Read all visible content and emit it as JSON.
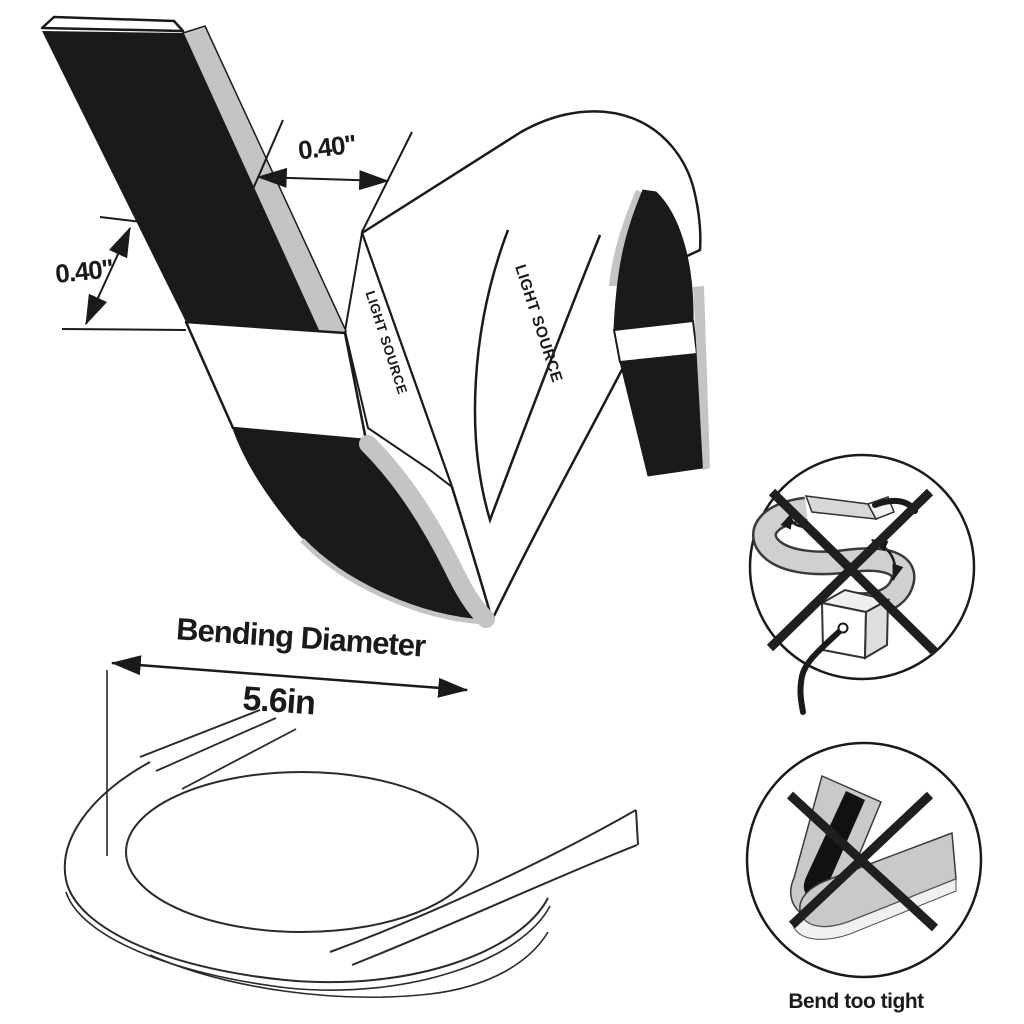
{
  "figure": {
    "dimensions": {
      "depth_label": "0.40\"",
      "height_label": "0.40\""
    },
    "strip": {
      "print_label_1": "LIGHT SOURCE",
      "print_label_2": "LIGHT SOURCE"
    },
    "bending": {
      "title": "Bending Diameter",
      "value": "5.6in"
    },
    "warnings": {
      "bend_caption": "Bend too tight"
    },
    "colors": {
      "ink": "#1a1a1a",
      "strip_black": "#1a1a1a",
      "edge_gray": "#c4c4c4",
      "band_gray": "#cfcfcf",
      "background": "#ffffff"
    }
  }
}
